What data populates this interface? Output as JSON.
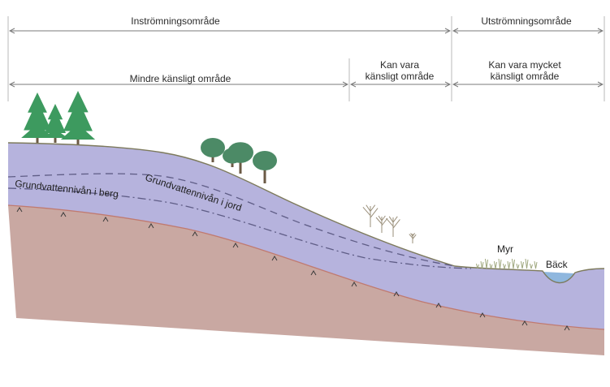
{
  "header": {
    "row1": {
      "left": "Inströmningsområde",
      "right": "Utströmningsområde"
    },
    "row2": {
      "left": "Mindre känsligt område",
      "middle_line1": "Kan vara",
      "middle_line2": "känsligt område",
      "right_line1": "Kan vara mycket",
      "right_line2": "känsligt område"
    }
  },
  "labels": {
    "groundwater_rock": "Grundvattennivån i berg",
    "groundwater_soil": "Grundvattennivån i jord",
    "bog": "Myr",
    "stream": "Bäck"
  },
  "colors": {
    "rock": "#c9a8a2",
    "soil": "#b6b3dd",
    "rock_edge": "#c07a70",
    "surface_line": "#7d7a5c",
    "tree_conifer": "#3d9a5f",
    "tree_deciduous": "#4c8a66",
    "water": "#8fb7de",
    "dashed_line": "#5f5d86"
  }
}
